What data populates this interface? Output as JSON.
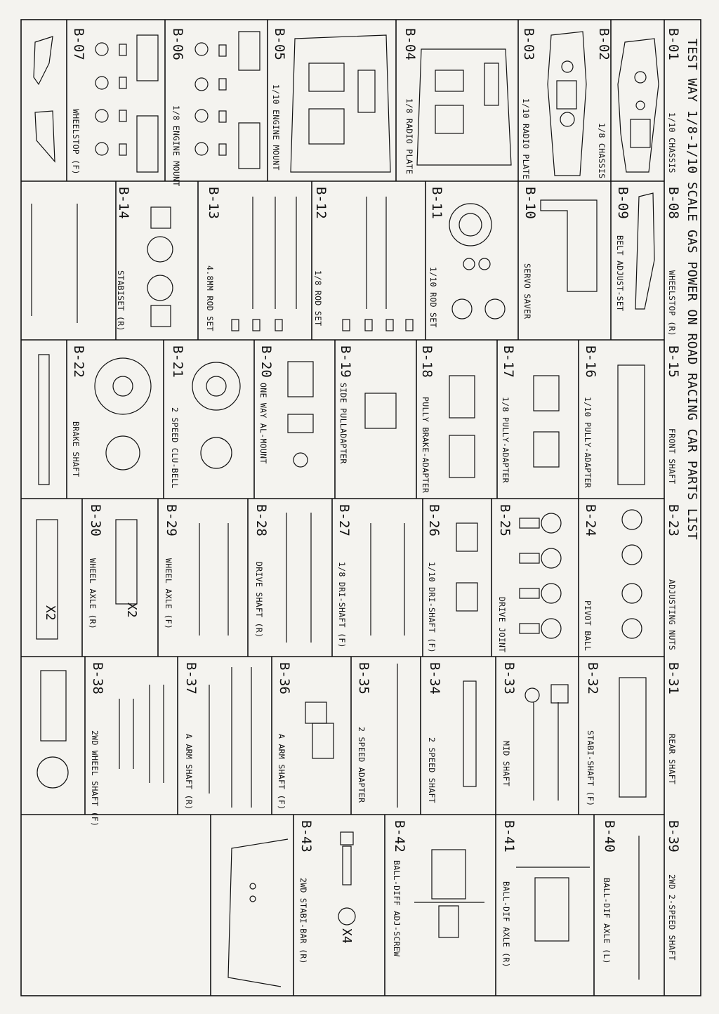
{
  "title": "TEST WAY 1/8-1/10 SCALE GAS POWER ON ROAD RACING CAR PARTS LIST",
  "parts": [
    {
      "code": "B-01",
      "name": "1/10 CHASSIS"
    },
    {
      "code": "B-02",
      "name": "1/8 CHASSIS"
    },
    {
      "code": "B-03",
      "name": "1/10 RADIO PLATE"
    },
    {
      "code": "B-04",
      "name": "1/8 RADIO PLATE"
    },
    {
      "code": "B-05",
      "name": "1/10 ENGINE MOUNT"
    },
    {
      "code": "B-06",
      "name": "1/8 ENGINE MOUNT"
    },
    {
      "code": "B-07",
      "name": "WHEELSTOP (F)"
    },
    {
      "code": "B-08",
      "name": "WHEELSTOP (R)"
    },
    {
      "code": "B-09",
      "name": "BELT ADJUST-SET"
    },
    {
      "code": "B-10",
      "name": "SERVO SAVER"
    },
    {
      "code": "B-11",
      "name": "1/10 ROD SET"
    },
    {
      "code": "B-12",
      "name": "1/8 ROD SET"
    },
    {
      "code": "B-13",
      "name": "4.8MM ROD SET"
    },
    {
      "code": "B-14",
      "name": "STABISET (R)"
    },
    {
      "code": "B-15",
      "name": "FRONT SHAFT"
    },
    {
      "code": "B-16",
      "name": "1/10 PULLY-ADAPTER"
    },
    {
      "code": "B-17",
      "name": "1/8 PULLY-ADAPTER"
    },
    {
      "code": "B-18",
      "name": "PULLY BRAKE-ADAPTER"
    },
    {
      "code": "B-19",
      "name": "SIDE PULLADAPTER"
    },
    {
      "code": "B-20",
      "name": "ONE WAY AL-MOUNT"
    },
    {
      "code": "B-21",
      "name": "2 SPEED CLU-BELL"
    },
    {
      "code": "B-22",
      "name": "BRAKE SHAFT"
    },
    {
      "code": "B-23",
      "name": "ADJUSTING NUTS"
    },
    {
      "code": "B-24",
      "name": "PIVOT BALL"
    },
    {
      "code": "B-25",
      "name": "DRIVE JOINT"
    },
    {
      "code": "B-26",
      "name": "1/10 DRI-SHAFT (F)"
    },
    {
      "code": "B-27",
      "name": "1/8 DRI-SHAFT (F)"
    },
    {
      "code": "B-28",
      "name": "DRIVE SHAFT (R)"
    },
    {
      "code": "B-29",
      "name": "WHEEL AXLE (F)"
    },
    {
      "code": "B-30",
      "name": "WHEEL AXLE (R)"
    },
    {
      "code": "B-31",
      "name": "REAR SHAFT"
    },
    {
      "code": "B-32",
      "name": "STABI-SHAFT (F)"
    },
    {
      "code": "B-33",
      "name": "MID SHAFT"
    },
    {
      "code": "B-34",
      "name": "2 SPEED SHAFT"
    },
    {
      "code": "B-35",
      "name": "2 SPEED ADAPTER"
    },
    {
      "code": "B-36",
      "name": "A ARM SHAFT (F)"
    },
    {
      "code": "B-37",
      "name": "A ARM SHAFT (R)"
    },
    {
      "code": "B-38",
      "name": "2WD WHEEL SHAFT (F)"
    },
    {
      "code": "B-39",
      "name": "2WD 2-SPEED SHAFT"
    },
    {
      "code": "B-40",
      "name": "BALL-DIF AXLE (L)"
    },
    {
      "code": "B-41",
      "name": "BALL-DIF AXLE (R)"
    },
    {
      "code": "B-42",
      "name": "BALL-DIFF ADJ-SCREW"
    },
    {
      "code": "B-43",
      "name": "2WD STABI-BAR (R)"
    }
  ],
  "quantities": {
    "b30": "X2",
    "b29": "X2",
    "b42": "X4"
  }
}
